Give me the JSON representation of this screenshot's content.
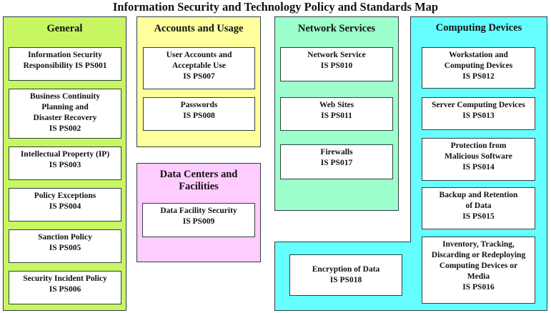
{
  "title": "Information Security and Technology Policy and Standards Map",
  "colors": {
    "general": "#c8f562",
    "accounts": "#ffff9c",
    "datacenters": "#ffccff",
    "network": "#9cffcc",
    "computing": "#66ffff"
  },
  "sections": {
    "general": {
      "title": "General",
      "items": [
        {
          "name": "Information Security\nResponsibility IS PS001"
        },
        {
          "name": "Business Continuity\nPlanning and\nDisaster Recovery\nIS PS002"
        },
        {
          "name": "Intellectual Property (IP)\nIS PS003"
        },
        {
          "name": "Policy Exceptions\nIS PS004"
        },
        {
          "name": "Sanction Policy\nIS PS005"
        },
        {
          "name": "Security Incident Policy\nIS PS006"
        }
      ]
    },
    "accounts": {
      "title": "Accounts and Usage",
      "items": [
        {
          "name": "User Accounts and\nAcceptable Use\nIS PS007"
        },
        {
          "name": "Passwords\nIS PS008"
        }
      ]
    },
    "datacenters": {
      "title": "Data Centers and\nFacilities",
      "items": [
        {
          "name": "Data Facility Security\nIS PS009"
        }
      ]
    },
    "network": {
      "title": "Network Services",
      "items": [
        {
          "name": "Network Service\nIS PS010"
        },
        {
          "name": "Web Sites\nIS PS011"
        },
        {
          "name": "Firewalls\nIS PS017"
        }
      ]
    },
    "computing": {
      "title": "Computing Devices",
      "items": [
        {
          "name": "Workstation and\nComputing Devices\nIS PS012"
        },
        {
          "name": "Server Computing Devices\nIS PS013"
        },
        {
          "name": "Protection from\nMalicious Software\nIS PS014"
        },
        {
          "name": "Backup and Retention\nof Data\nIS PS015"
        },
        {
          "name": "Inventory, Tracking,\nDiscarding or Redeploying\nComputing Devices or\nMedia\nIS PS016"
        },
        {
          "name": "Encryption of Data\nIS PS018"
        }
      ]
    }
  }
}
